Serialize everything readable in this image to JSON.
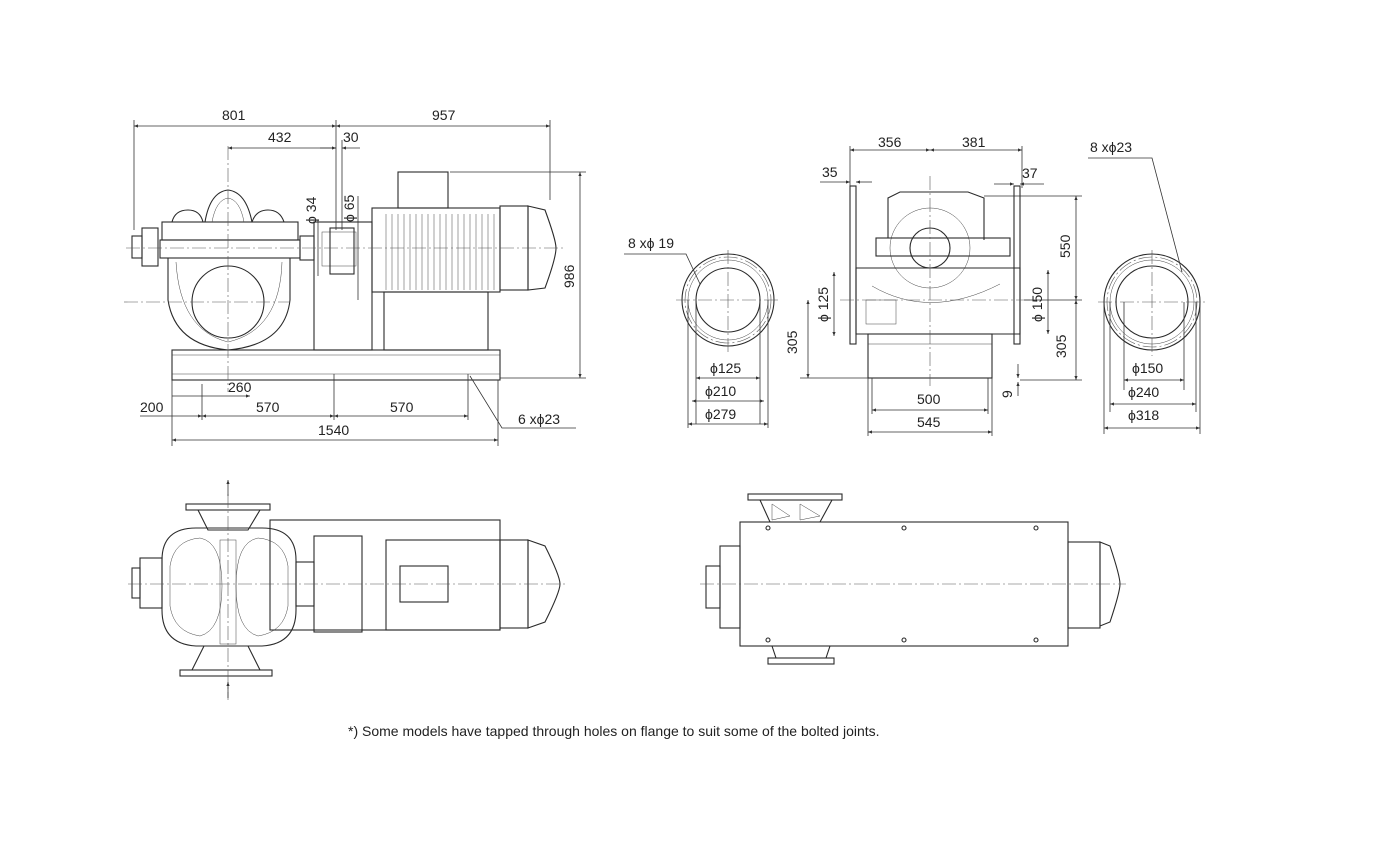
{
  "front_view": {
    "dim_801": "801",
    "dim_957": "957",
    "dim_432": "432",
    "dim_30": "30",
    "dim_d34": "ϕ 34",
    "dim_d65": "ϕ 65",
    "dim_986": "986",
    "dim_260": "260",
    "dim_200": "200",
    "dim_570a": "570",
    "dim_570b": "570",
    "dim_1540": "1540",
    "holes": "6  xϕ23"
  },
  "suction_flange": {
    "holes": "8  xϕ 19",
    "d125": "ϕ125",
    "d210": "ϕ210",
    "d279": "ϕ279"
  },
  "side_view": {
    "dim_356": "356",
    "dim_381": "381",
    "dim_35": "35",
    "dim_37": "37",
    "dim_550": "550",
    "dim_d125": "ϕ 125",
    "dim_d150": "ϕ 150",
    "dim_305a": "305",
    "dim_305b": "305",
    "dim_500": "500",
    "dim_545": "545",
    "dim_9": "9"
  },
  "discharge_flange": {
    "holes": "8  xϕ23",
    "d150": "ϕ150",
    "d240": "ϕ240",
    "d318": "ϕ318"
  },
  "footnote": "*) Some models have tapped through holes on flange to suit some of the bolted joints."
}
